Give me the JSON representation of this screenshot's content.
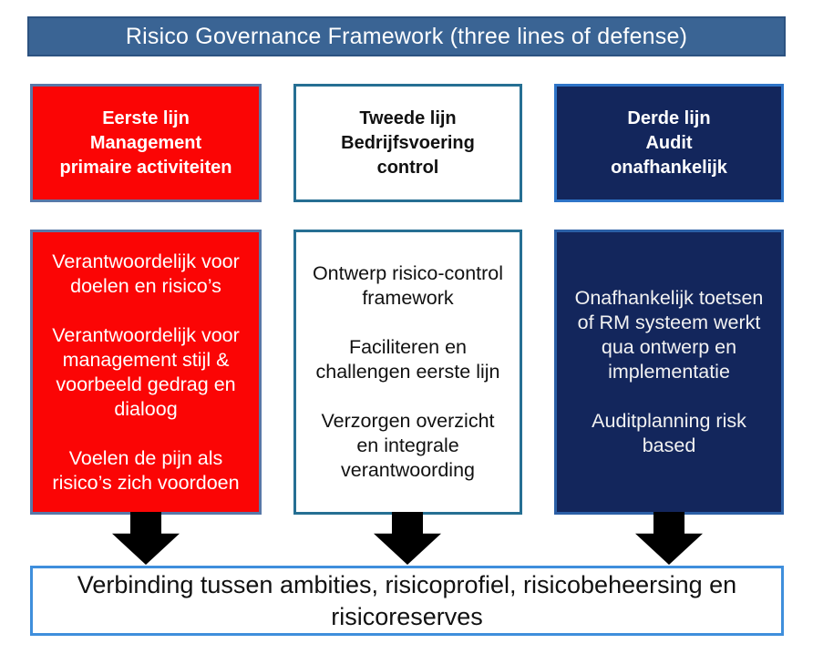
{
  "title": "Risico Governance Framework (three lines of defense)",
  "columns": [
    {
      "name": "eerste-lijn",
      "header": "Eerste lijn\nManagement\nprimaire activiteiten",
      "body": "Verantwoordelijk voor\ndoelen en risico’s\n\nVerantwoordelijk voor\nmanagement stijl &\nvoorbeeld gedrag en\ndialoog\n\nVoelen de pijn als\nrisico’s zich voordoen"
    },
    {
      "name": "tweede-lijn",
      "header": "Tweede lijn\nBedrijfsvoering\ncontrol",
      "body": "Ontwerp risico-control\nframework\n\nFaciliteren en\nchallengen eerste lijn\n\nVerzorgen overzicht\nen integrale\nverantwoording"
    },
    {
      "name": "derde-lijn",
      "header": "Derde lijn\nAudit\nonafhankelijk",
      "body": "Onafhankelijk toetsen\nof RM systeem werkt\nqua ontwerp en\nimplementatie\n\nAuditplanning  risk\nbased"
    }
  ],
  "bottom_box": "Verbinding tussen  ambities, risicoprofiel, risicobeheersing en\nrisicoreserves",
  "colors": {
    "banner_fill": "#3A6494",
    "banner_border": "#2C5280",
    "red_fill": "#FB0505",
    "red_border": "#5878A8",
    "white_box_border": "#266F93",
    "navy_fill": "#13265C",
    "navy_header_border": "#2E74C8",
    "navy_body_border": "#2B5FA6",
    "bottom_box_border": "#3F8FDC",
    "arrow": "#000000",
    "text_on_dark": "#FFFFFF",
    "text_on_light": "#111111"
  }
}
